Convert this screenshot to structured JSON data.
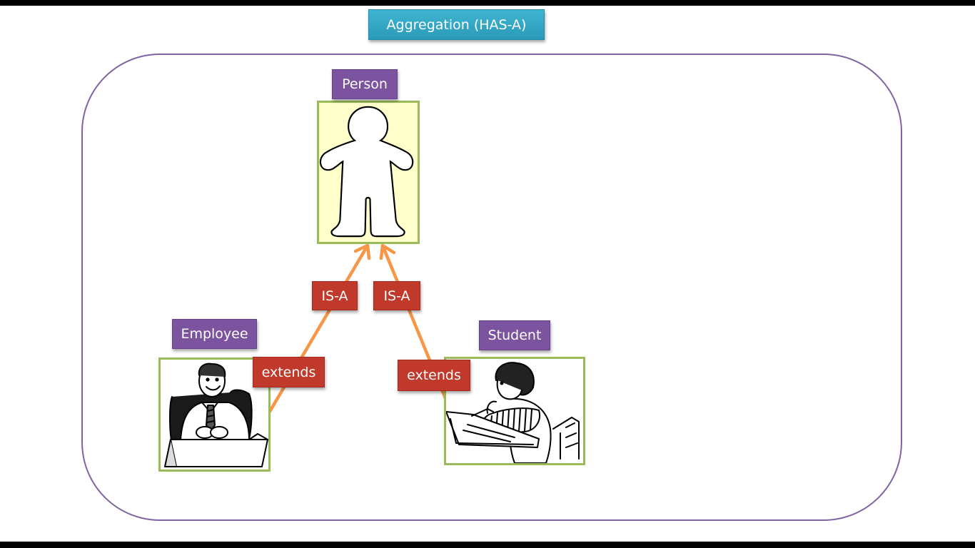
{
  "title": "Aggregation (HAS-A)",
  "nodes": {
    "person": "Person",
    "employee": "Employee",
    "student": "Student"
  },
  "edges": [
    {
      "relation": "IS-A",
      "keyword": "extends"
    },
    {
      "relation": "IS-A",
      "keyword": "extends"
    }
  ],
  "colors": {
    "container_border": "#8064a2",
    "title_fill": "#31a5c4",
    "node_label_fill": "#7b539e",
    "edge_label_fill": "#c0392b",
    "arrow": "#f79646",
    "frame_border": "#9bbb59",
    "person_frame_fill": "#ffffcc"
  },
  "icons": {
    "person": "gingerbread-person-icon",
    "employee": "businessman-at-desk-icon",
    "student": "student-writing-icon"
  }
}
